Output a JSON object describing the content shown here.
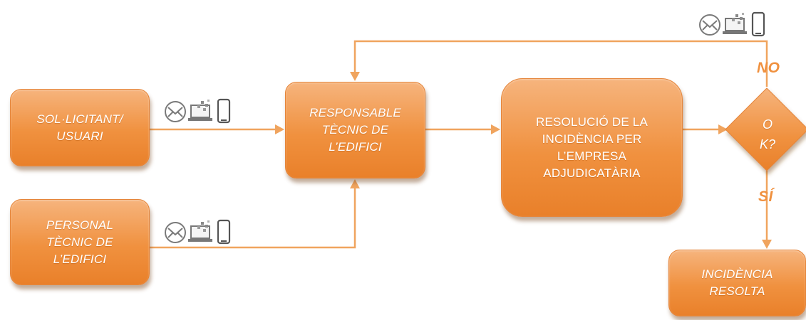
{
  "colors": {
    "node_fill": "#f0913f",
    "node_fill_light": "#f6b47d",
    "connector": "#f0a45e",
    "label_text": "#f0913f",
    "node_text": "#ffffff"
  },
  "nodes": {
    "solicitant": {
      "lines": [
        "SOL·LICITANT/",
        "USUARI"
      ]
    },
    "personal": {
      "lines": [
        "PERSONAL",
        "TÈCNIC DE",
        "L’EDIFICI"
      ]
    },
    "responsable": {
      "lines": [
        "RESPONSABLE",
        "TÈCNIC DE",
        "L’EDIFICI"
      ]
    },
    "resolucio": {
      "lines": [
        "RESOLUCIÓ DE LA",
        "INCIDÈNCIA PER",
        "L’EMPRESA",
        "ADJUDICATÀRIA"
      ]
    },
    "decision": {
      "lines": [
        "O",
        "K?"
      ]
    },
    "resolta": {
      "lines": [
        "INCIDÈNCIA",
        "RESOLTA"
      ]
    }
  },
  "branches": {
    "no": "NO",
    "si": "SÍ"
  },
  "icons": [
    "mail-icon",
    "laptop-icon",
    "phone-icon"
  ]
}
